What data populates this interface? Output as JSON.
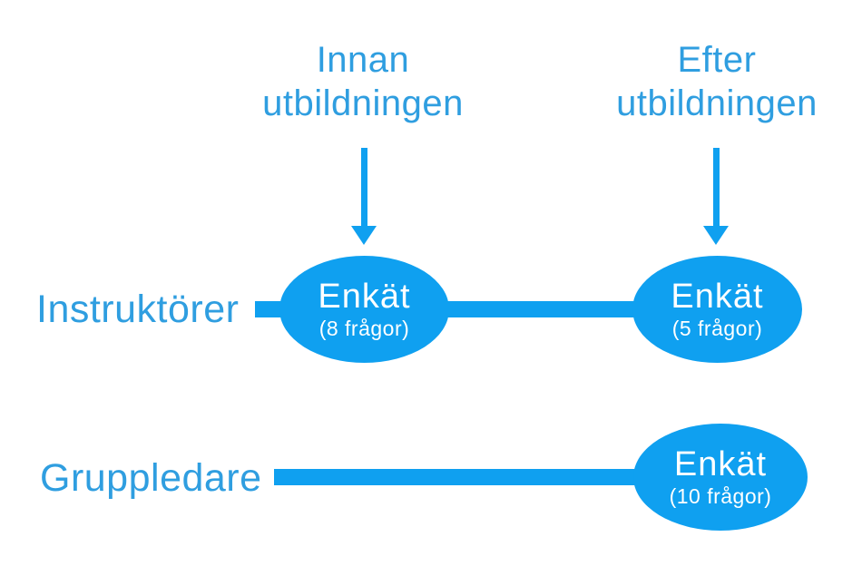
{
  "colors": {
    "accent_blue": "#0FA0F0",
    "text_blue": "#2F9EE0",
    "node_text": "#FFFFFF",
    "background": "#FFFFFF"
  },
  "columns": [
    {
      "line1": "Innan",
      "line2": "utbildningen"
    },
    {
      "line1": "Efter",
      "line2": "utbildningen"
    }
  ],
  "rows": [
    {
      "label": "Instruktörer",
      "nodes": [
        {
          "title": "Enkät",
          "subtitle": "(8 frågor)"
        },
        {
          "title": "Enkät",
          "subtitle": "(5 frågor)"
        }
      ]
    },
    {
      "label": "Gruppledare",
      "nodes": [
        {
          "title": "Enkät",
          "subtitle": "(10 frågor)"
        }
      ]
    }
  ]
}
